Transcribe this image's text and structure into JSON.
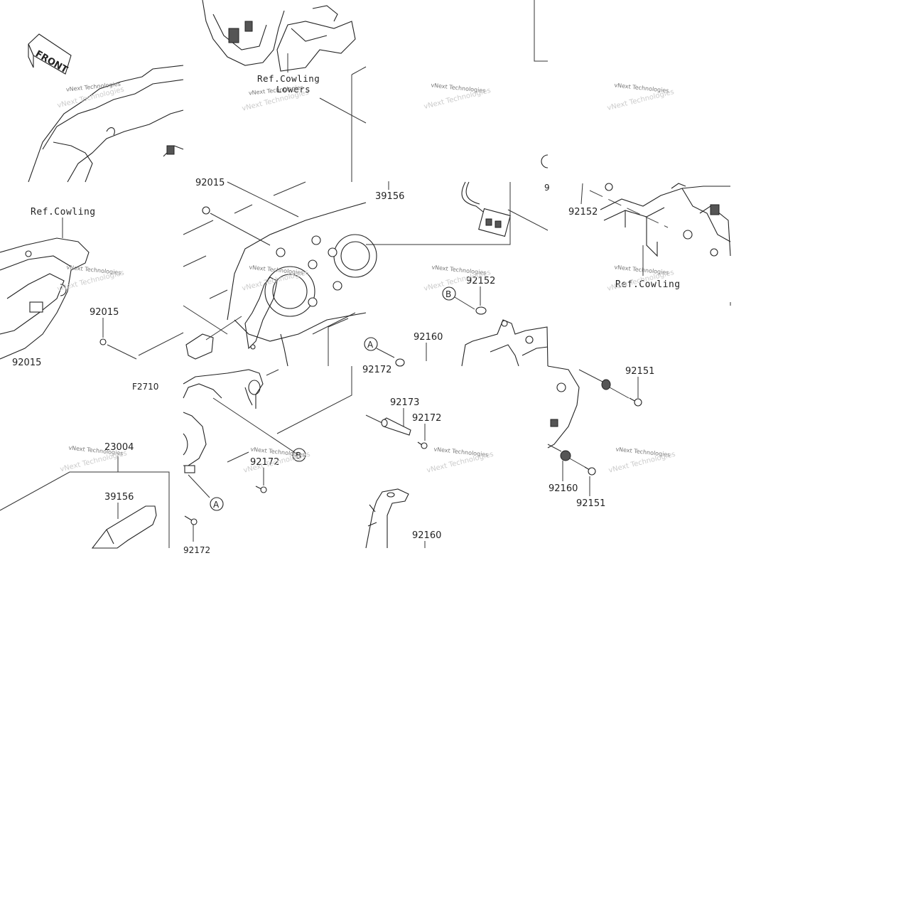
{
  "labels": {
    "front": "FRONT",
    "ref_cowling_lowers": "Ref.Cowling Lowers",
    "ref_cowling": "Ref.Cowling",
    "figure_code": "F2710",
    "p39156": "39156",
    "p92015": "92015",
    "p92152": "92152",
    "p92160": "92160",
    "p92172": "92172",
    "p92173": "92173",
    "p92151": "92151",
    "p23004": "23004",
    "callout_a": "A",
    "callout_b": "B"
  },
  "watermark": "vNext Technologies",
  "colors": {
    "line": "#222222",
    "background": "#ffffff",
    "watermark": "#777777"
  }
}
